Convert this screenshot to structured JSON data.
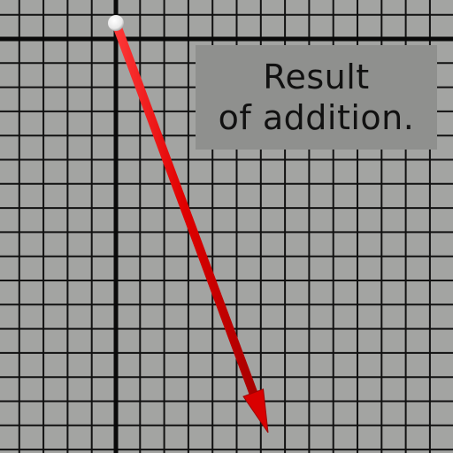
{
  "caption": {
    "text": "Result\nof addition."
  },
  "colors": {
    "background": "#a3a4a2",
    "grid_line": "#111111",
    "axis_line": "#0a0a0a",
    "caption_background": "#8f908e",
    "vector": "#e00000",
    "vector_origin": "#f2f2f2"
  },
  "vector": {
    "label": "result-vector",
    "from": [
      0,
      0
    ],
    "to": [
      6.3,
      -16.3
    ]
  }
}
